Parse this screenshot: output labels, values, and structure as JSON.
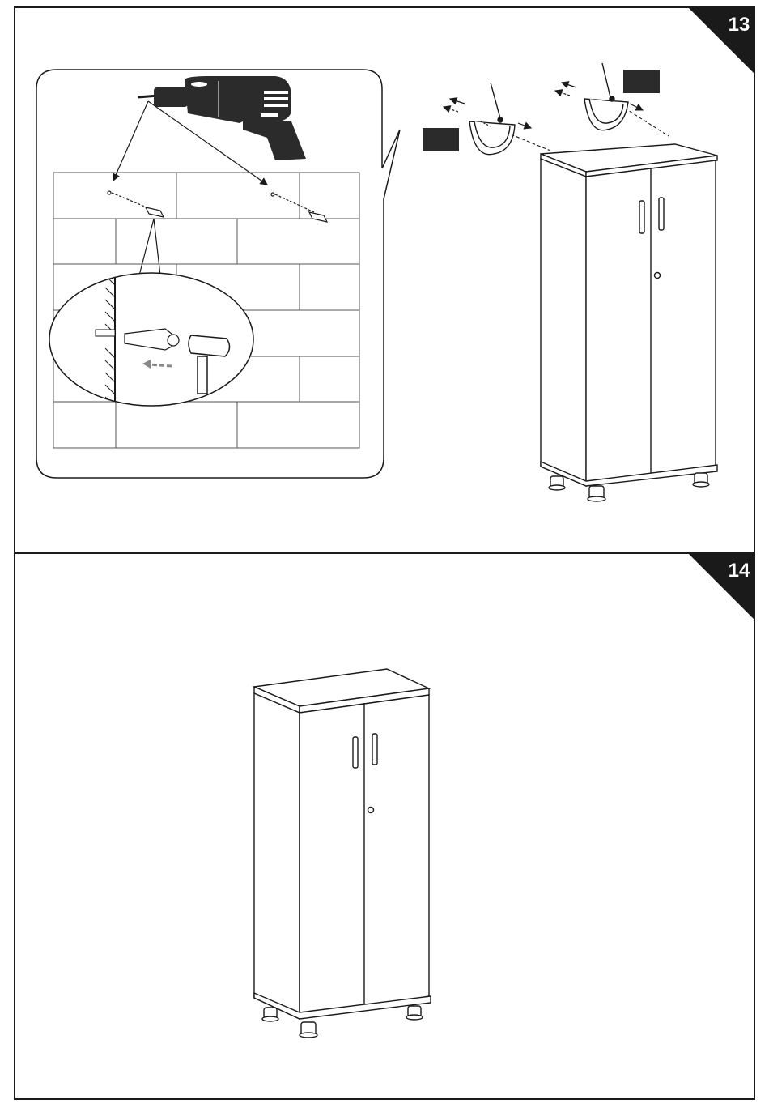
{
  "steps": [
    {
      "number": "13"
    },
    {
      "number": "14"
    }
  ],
  "icons": {
    "drill": "power-drill-icon",
    "hammer": "hammer-icon",
    "wall_plug": "wall-plug-icon",
    "bracket": "anti-tip-bracket-icon",
    "cabinet": "two-door-cabinet-icon",
    "part_label": "part-label-box"
  },
  "colors": {
    "ink": "#1a1a1a",
    "fill_dark": "#2b2b2b",
    "panel_bg": "#ffffff"
  }
}
